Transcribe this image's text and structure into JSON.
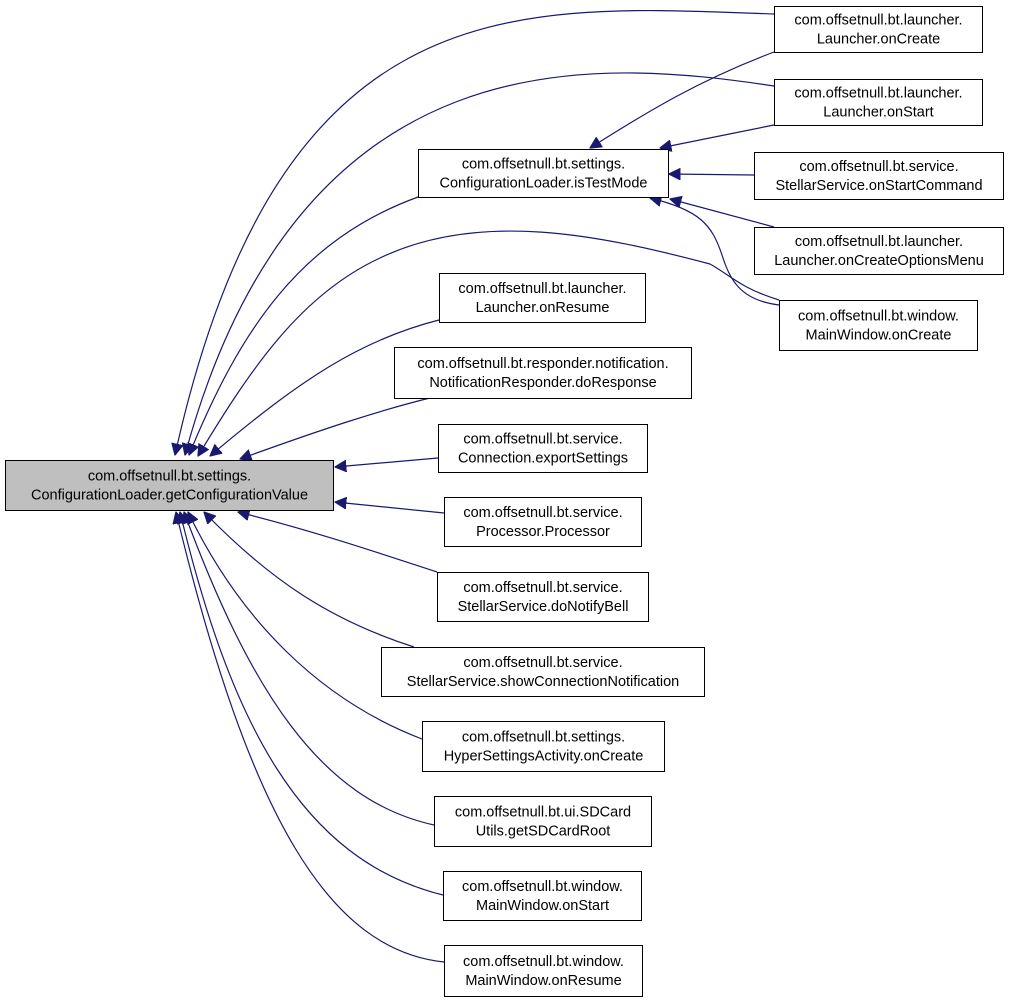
{
  "diagram": {
    "edge_color": "#191970",
    "focus_fill": "#bfbfbf",
    "node_fill": "#ffffff",
    "nodes": {
      "root": {
        "lines": [
          "com.offsetnull.bt.settings.",
          "ConfigurationLoader.getConfigurationValue"
        ],
        "focus": true
      },
      "istest": {
        "lines": [
          "com.offsetnull.bt.settings.",
          "ConfigurationLoader.isTestMode"
        ]
      },
      "lcreate": {
        "lines": [
          "com.offsetnull.bt.launcher.",
          "Launcher.onCreate"
        ]
      },
      "lstart": {
        "lines": [
          "com.offsetnull.bt.launcher.",
          "Launcher.onStart"
        ]
      },
      "sscmd": {
        "lines": [
          "com.offsetnull.bt.service.",
          "StellarService.onStartCommand"
        ]
      },
      "lmenu": {
        "lines": [
          "com.offsetnull.bt.launcher.",
          "Launcher.onCreateOptionsMenu"
        ]
      },
      "mwcreate": {
        "lines": [
          "com.offsetnull.bt.window.",
          "MainWindow.onCreate"
        ]
      },
      "lresume": {
        "lines": [
          "com.offsetnull.bt.launcher.",
          "Launcher.onResume"
        ]
      },
      "notif": {
        "lines": [
          "com.offsetnull.bt.responder.notification.",
          "NotificationResponder.doResponse"
        ]
      },
      "export": {
        "lines": [
          "com.offsetnull.bt.service.",
          "Connection.exportSettings"
        ]
      },
      "proc": {
        "lines": [
          "com.offsetnull.bt.service.",
          "Processor.Processor"
        ]
      },
      "bell": {
        "lines": [
          "com.offsetnull.bt.service.",
          "StellarService.doNotifyBell"
        ]
      },
      "showconn": {
        "lines": [
          "com.offsetnull.bt.service.",
          "StellarService.showConnectionNotification"
        ]
      },
      "hyper": {
        "lines": [
          "com.offsetnull.bt.settings.",
          "HyperSettingsActivity.onCreate"
        ]
      },
      "sdcard": {
        "lines": [
          "com.offsetnull.bt.ui.SDCard",
          "Utils.getSDCardRoot"
        ]
      },
      "mwstart": {
        "lines": [
          "com.offsetnull.bt.window.",
          "MainWindow.onStart"
        ]
      },
      "mwresume": {
        "lines": [
          "com.offsetnull.bt.window.",
          "MainWindow.onResume"
        ]
      }
    },
    "edges": [
      {
        "from": "lcreate",
        "to": "root"
      },
      {
        "from": "lstart",
        "to": "root"
      },
      {
        "from": "istest",
        "to": "root"
      },
      {
        "from": "mwcreate",
        "to": "root"
      },
      {
        "from": "lresume",
        "to": "root"
      },
      {
        "from": "notif",
        "to": "root"
      },
      {
        "from": "export",
        "to": "root"
      },
      {
        "from": "proc",
        "to": "root"
      },
      {
        "from": "bell",
        "to": "root"
      },
      {
        "from": "showconn",
        "to": "root"
      },
      {
        "from": "hyper",
        "to": "root"
      },
      {
        "from": "sdcard",
        "to": "root"
      },
      {
        "from": "mwstart",
        "to": "root"
      },
      {
        "from": "mwresume",
        "to": "root"
      },
      {
        "from": "lcreate",
        "to": "istest"
      },
      {
        "from": "lstart",
        "to": "istest"
      },
      {
        "from": "sscmd",
        "to": "istest"
      },
      {
        "from": "lmenu",
        "to": "istest"
      },
      {
        "from": "mwcreate",
        "to": "istest"
      }
    ]
  }
}
